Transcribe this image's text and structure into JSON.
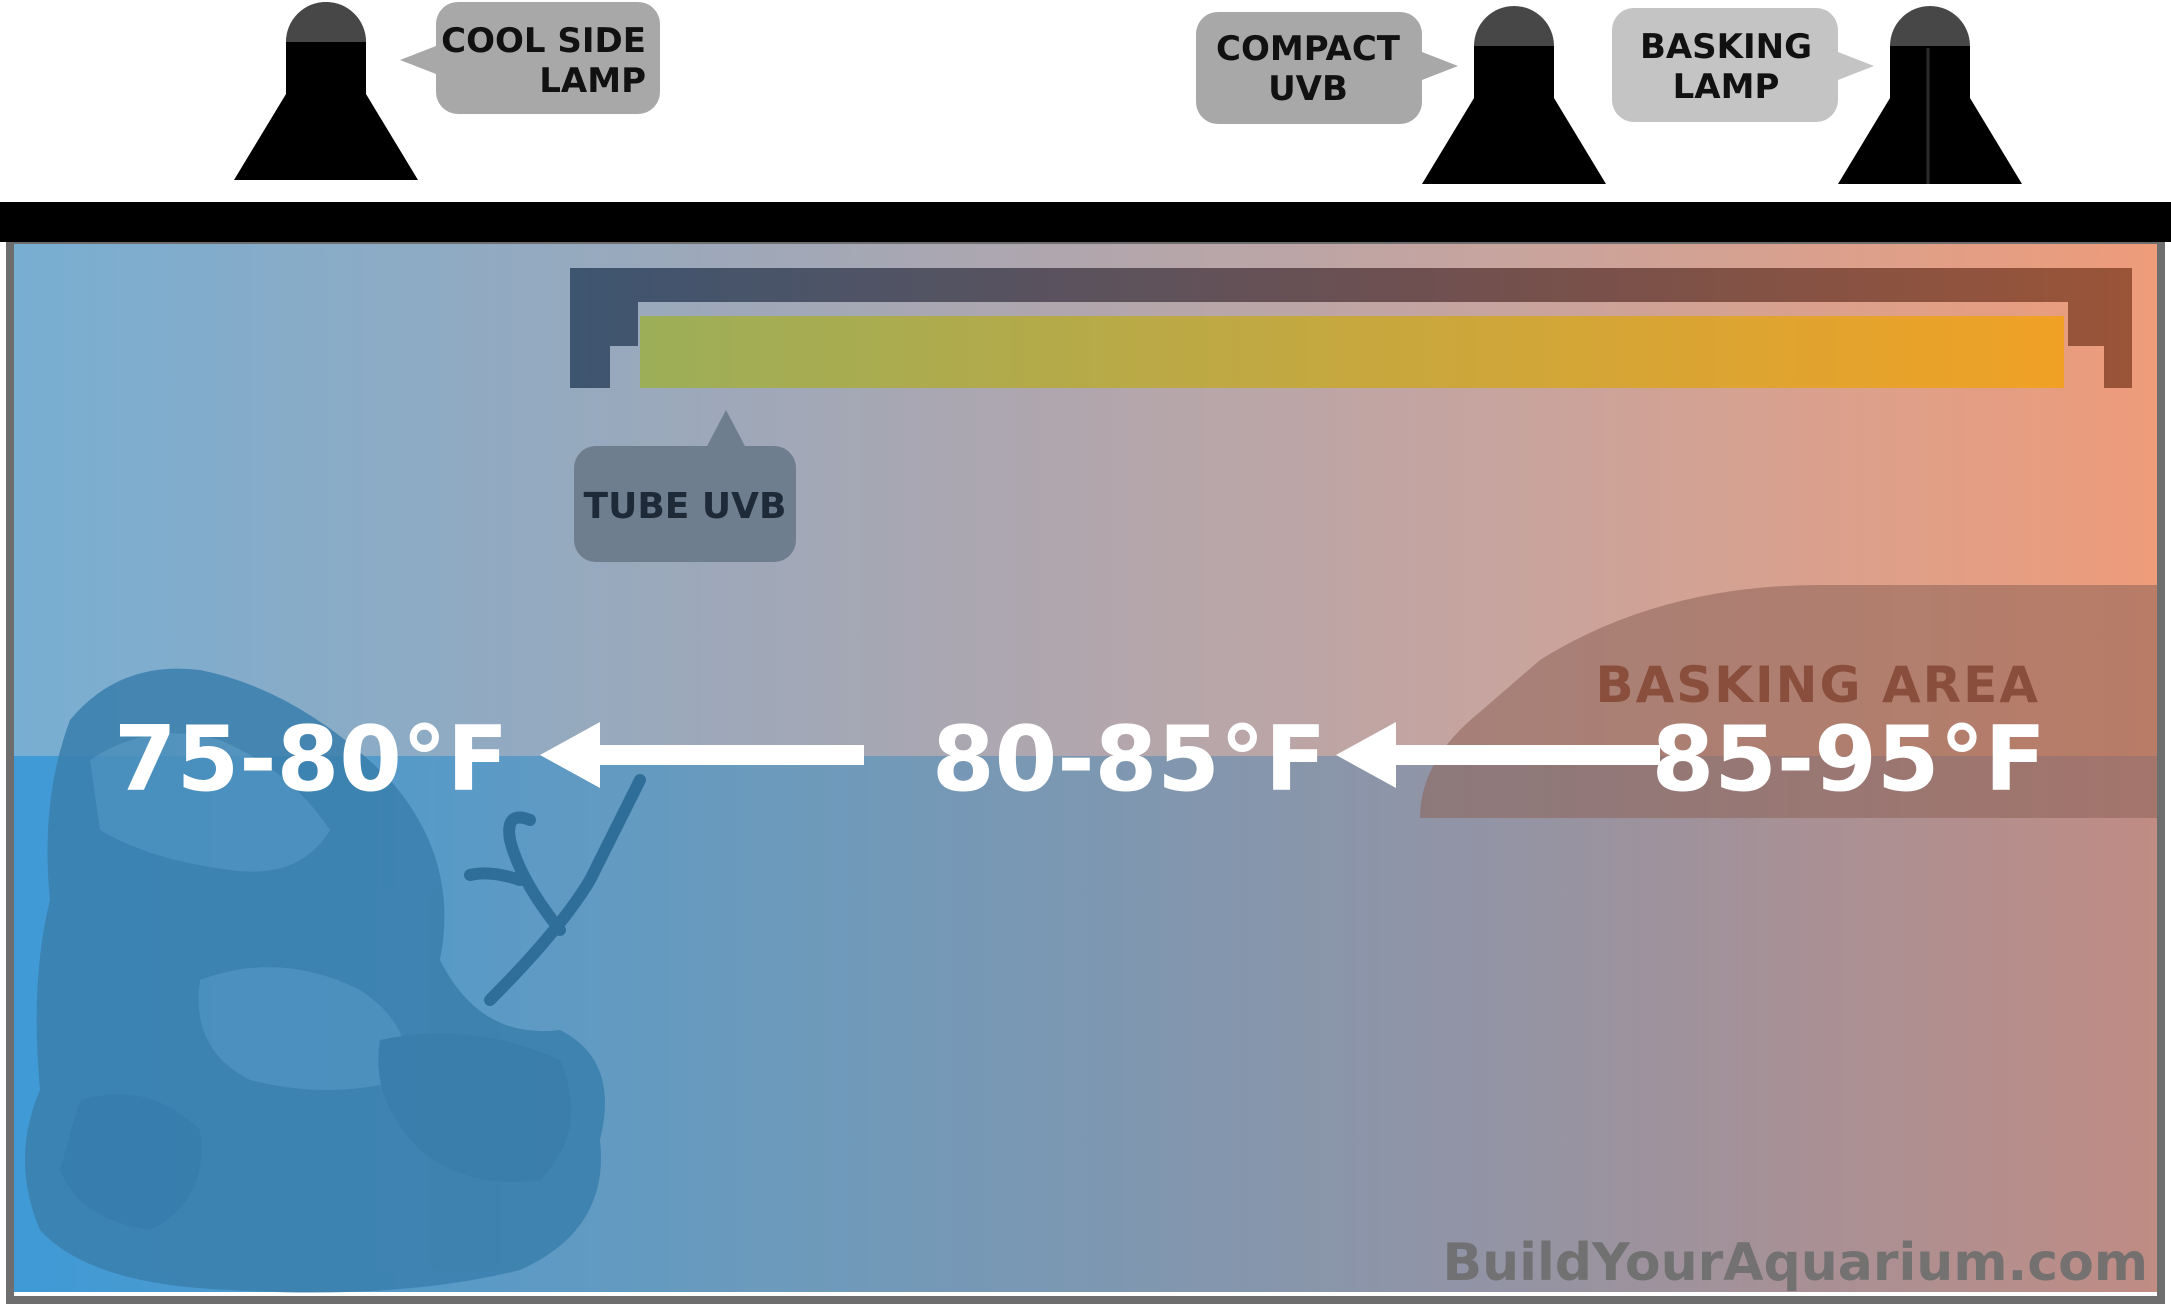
{
  "labels": {
    "cool_side_lamp": [
      "COOL SIDE",
      "LAMP"
    ],
    "compact_uvb": [
      "COMPACT",
      "UVB"
    ],
    "basking_lamp": [
      "BASKING",
      "LAMP"
    ],
    "tube_uvb": "TUBE UVB",
    "basking_area": "BASKING AREA"
  },
  "temperatures": {
    "cool": "75-80°F",
    "middle": "80-85°F",
    "hot": "85-95°F"
  },
  "watermark": "BuildYourAquarium.com",
  "colors": {
    "cool_tint": "#4a9fd6",
    "warm_tint": "#ee9c7a",
    "water": "#3f8fc4",
    "lamp": "#000000",
    "tube_start": "#9cae58",
    "tube_end": "#f0a125",
    "frame": "#000000",
    "bubble": "#a8a8a8",
    "tube_bubble": "#6f7e8e"
  }
}
